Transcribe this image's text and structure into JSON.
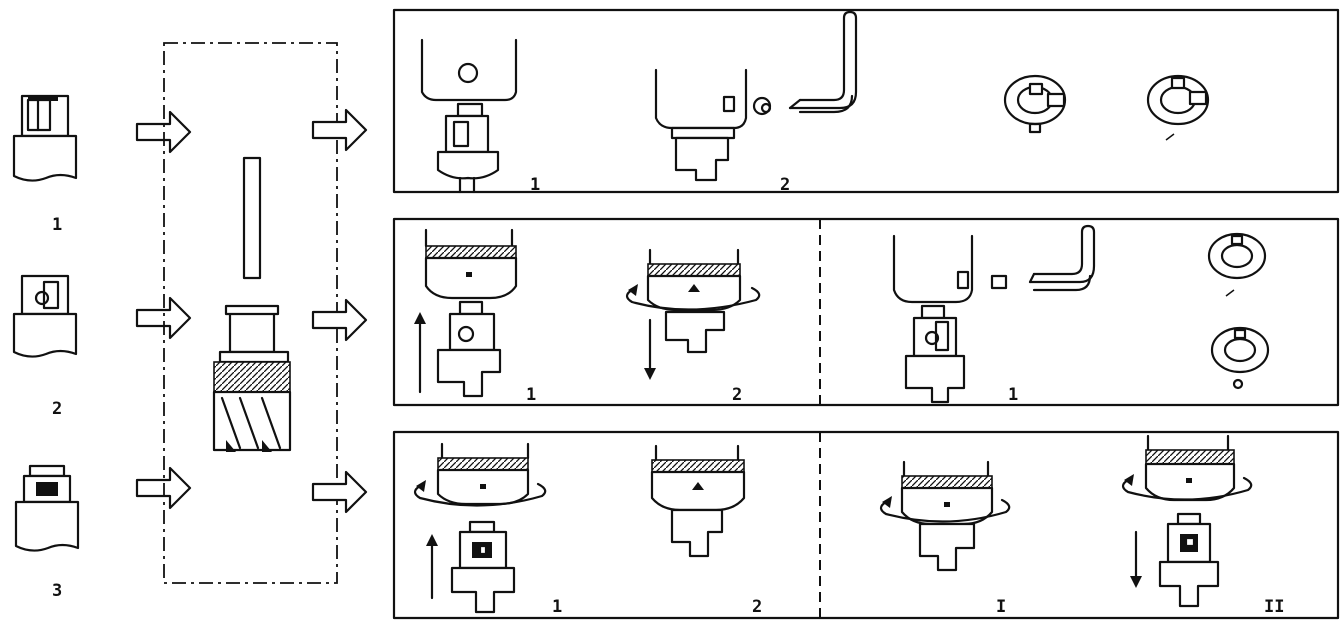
{
  "left_labels": [
    "1",
    "2",
    "3"
  ],
  "panel_top": {
    "step_labels": [
      "1",
      "2"
    ]
  },
  "panel_mid_left": {
    "step_labels": [
      "1",
      "2"
    ]
  },
  "panel_mid_right": {
    "step_labels": [
      "1"
    ]
  },
  "panel_bottom_left": {
    "step_labels": [
      "1",
      "2"
    ]
  },
  "panel_bottom_right": {
    "step_labels": [
      "I",
      "II"
    ]
  }
}
